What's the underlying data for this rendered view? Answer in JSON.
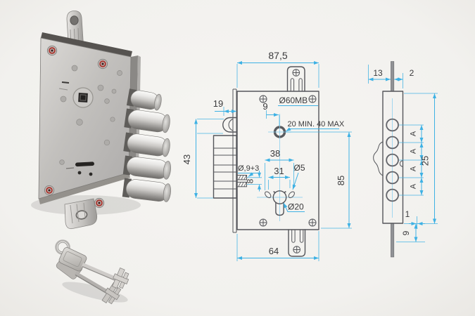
{
  "colors": {
    "background": "#f2f1ee",
    "dimension_line": "#3eb1e4",
    "outline": "#54555a",
    "label_text": "#3a3a3c",
    "rod_fill": "#909295",
    "screw_red": "#a83a33"
  },
  "front_view": {
    "labels": {
      "overall_width": "87,5",
      "latch_depth": "19",
      "spindle_offset": "9",
      "cylinder_code": "Ø60MB",
      "spindle_range": "20 MIN. 40 MAX",
      "keyhole_span_outer": "38",
      "keyhole_span_inner": "31",
      "faceplate_screw": "Ø,9+3",
      "ear_hole_dia": "Ø5",
      "screw_gap": "8",
      "keyhole_dia": "Ø20",
      "body_height": "85",
      "bolt_block_span": "43",
      "body_width": "64"
    }
  },
  "side_view": {
    "labels": {
      "left_offset": "13",
      "right_offset": "2",
      "pitch": [
        "A",
        "A",
        "A",
        "A"
      ],
      "strip_length": "25",
      "small_offset": "1",
      "rod_tail": "9"
    }
  }
}
